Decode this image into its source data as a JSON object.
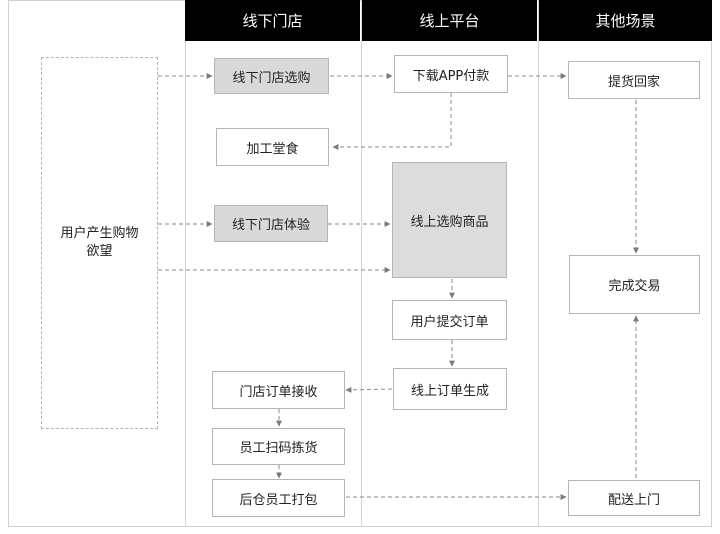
{
  "lanes": {
    "offline": "线下门店",
    "online": "线上平台",
    "other": "其他场景"
  },
  "nodes": {
    "desire": "用户产生购物\n欲望",
    "store_select": "线下门店选购",
    "dine_in": "加工堂食",
    "store_experience": "线下门店体验",
    "store_receive": "门店订单接收",
    "staff_pick": "员工扫码拣货",
    "backroom_pack": "后仓员工打包",
    "app_pay": "下载APP付款",
    "online_select": "线上选购商品",
    "user_submit": "用户提交订单",
    "online_order": "线上订单生成",
    "pickup_home": "提货回家",
    "complete": "完成交易",
    "deliver_door": "配送上门"
  },
  "colors": {
    "header_bg": "#000000",
    "highlight_box": "#d9d9d9",
    "arrow": "#7a7a7a"
  }
}
